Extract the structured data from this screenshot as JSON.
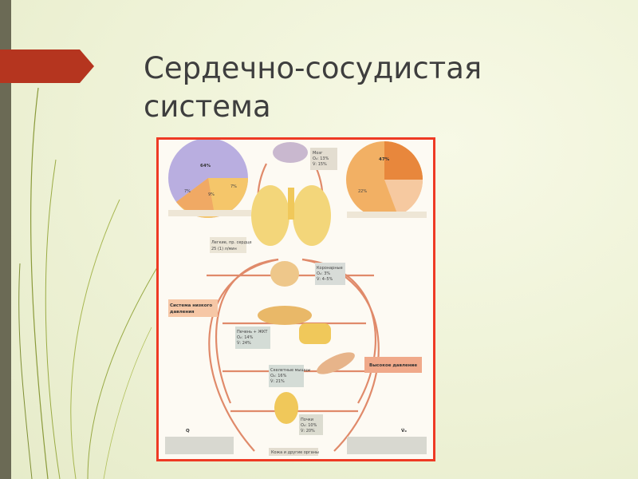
{
  "slide": {
    "title": "Сердечно-сосудистая система",
    "title_line1": "Сердечно-сосудистая",
    "title_line2": "система"
  },
  "colors": {
    "accent_arrow": "#b5351f",
    "left_bar": "#6b6a55",
    "frame_border": "#ee3a24",
    "vessel": "#e08a6a",
    "organ_yellow": "#f0c85a",
    "pie_lilac": "#b9aee0",
    "pie_orange": "#f29a4a"
  },
  "figure": {
    "description_icon": "circulatory-organ-diagram",
    "pie_left": {
      "main_label": "64%",
      "small_labels": [
        "7%",
        "9%",
        "7%"
      ]
    },
    "pie_right": {
      "main_label": "47%",
      "small_labels": [
        "22%"
      ]
    },
    "box_brain": [
      "Мозг",
      "O₂: 13%",
      "V̇: 15%"
    ],
    "box_lungs": [
      "Легкие, пр. сердце",
      "25 (1) л/мин"
    ],
    "box_heart": [
      "Коронарные",
      "O₂: 3%",
      "V̇: 4–5%"
    ],
    "box_liver": [
      "Печень + ЖКТ",
      "O₂: 14%",
      "V̇: 24%"
    ],
    "box_muscle": [
      "Скелетные мышцы",
      "O₂: 16%",
      "V̇: 21%"
    ],
    "box_kidney": [
      "Почки",
      "O₂: 10%",
      "V̇: 20%"
    ],
    "box_pressure_left": [
      "Система низкого",
      "давления"
    ],
    "box_pressure_right": [
      "Высокое давление"
    ],
    "box_bottom_left": [
      "Q"
    ],
    "box_bottom_right": [
      "V̇ₒ"
    ],
    "box_bottom_center": [
      "Кожа и другие органы"
    ]
  }
}
